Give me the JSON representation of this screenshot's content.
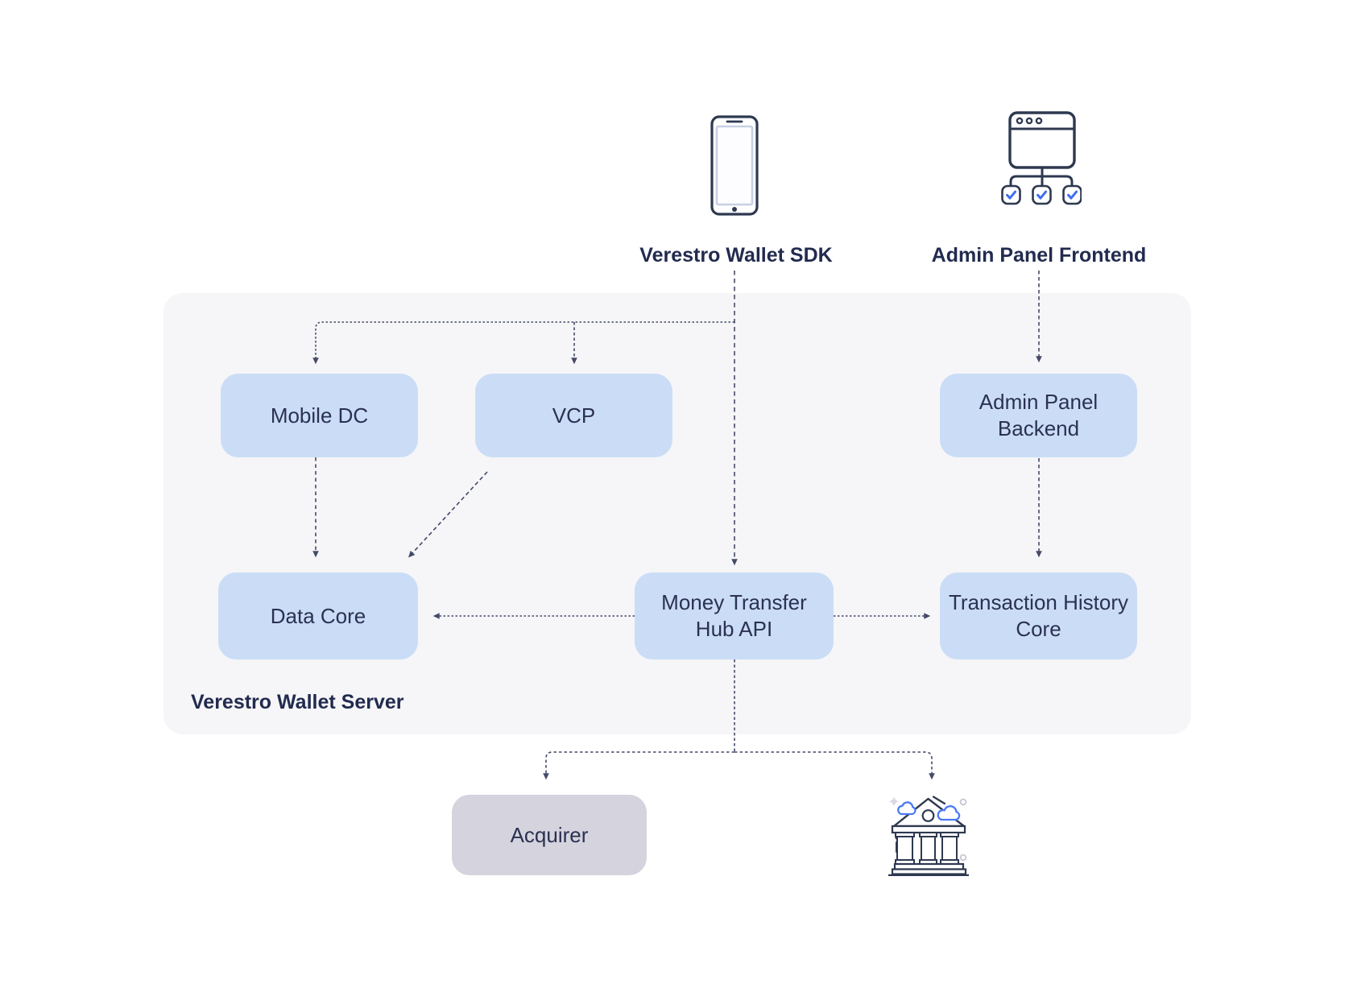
{
  "diagram": {
    "top_nodes": {
      "wallet_sdk": {
        "label": "Verestro Wallet SDK",
        "icon": "smartphone-icon"
      },
      "admin_frontend": {
        "label": "Admin Panel Frontend",
        "icon": "admin-panel-icon"
      }
    },
    "server_group": {
      "label": "Verestro Wallet Server"
    },
    "boxes": {
      "mobile_dc": {
        "label": "Mobile DC"
      },
      "vcp": {
        "label": "VCP"
      },
      "admin_backend": {
        "label": "Admin Panel Backend"
      },
      "data_core": {
        "label": "Data Core"
      },
      "money_transfer": {
        "label": "Money Transfer Hub API"
      },
      "transaction_history": {
        "label": "Transaction History Core"
      },
      "acquirer": {
        "label": "Acquirer"
      }
    },
    "bank": {
      "icon": "bank-icon"
    },
    "edges": [
      {
        "from": "wallet_sdk",
        "to": "money_transfer",
        "style": "dashed"
      },
      {
        "from": "wallet_sdk",
        "to": "mobile_dc",
        "style": "dotted"
      },
      {
        "from": "wallet_sdk",
        "to": "vcp",
        "style": "dotted"
      },
      {
        "from": "admin_frontend",
        "to": "admin_backend",
        "style": "dashed"
      },
      {
        "from": "mobile_dc",
        "to": "data_core",
        "style": "dashed"
      },
      {
        "from": "vcp",
        "to": "data_core",
        "style": "dashed"
      },
      {
        "from": "money_transfer",
        "to": "data_core",
        "style": "dotted"
      },
      {
        "from": "money_transfer",
        "to": "transaction_history",
        "style": "dotted"
      },
      {
        "from": "admin_backend",
        "to": "transaction_history",
        "style": "dashed"
      },
      {
        "from": "money_transfer",
        "to": "acquirer",
        "style": "dashed"
      },
      {
        "from": "money_transfer",
        "to": "bank",
        "style": "dashed"
      }
    ],
    "colors": {
      "box_fill": "#cbddf6",
      "acquirer_fill": "#d5d3de",
      "group_fill": "#f6f6f8",
      "text": "#2b3151",
      "label_text": "#222b4f",
      "line": "#444a68",
      "accent_blue": "#3f6df2",
      "icon_navy": "#2e3950"
    }
  }
}
